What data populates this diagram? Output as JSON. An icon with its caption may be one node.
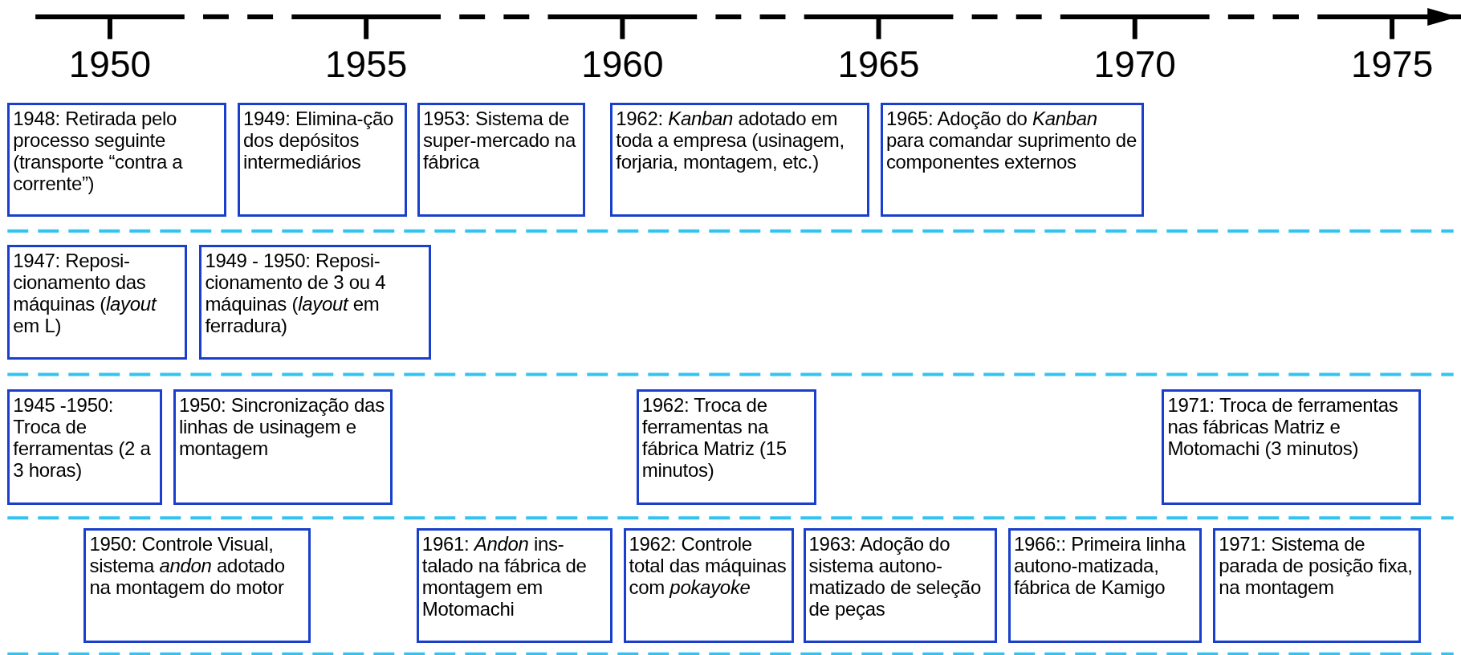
{
  "diagram": {
    "nodes": [
      {
        "text": [
          "1948: Retirada pelo processo seguinte (transporte “contra a corrente”)"
        ]
      },
      {
        "text": [
          "1949: Elimina-ção dos depósitos intermediários"
        ]
      },
      {
        "text": [
          "1953: Sistema de super-mercado na fábrica"
        ]
      },
      {
        "text": [
          "1962: *Kanban* adotado em toda a empresa (usinagem, forjaria, montagem, etc.)"
        ]
      },
      {
        "text": [
          "1965: Adoção do *Kanban* para comandar suprimento de componentes externos"
        ]
      },
      {
        "text": [
          "1947: Reposi-cionamento das máquinas (*layout* em L)"
        ]
      },
      {
        "text": [
          "1949 - 1950: Reposi-cionamento de 3 ou 4 máquinas (*layout* em ferradura)"
        ]
      },
      {
        "text": [
          "1945 -1950: Troca de ferramentas (2 a 3 horas)"
        ]
      },
      {
        "text": [
          "1950: Sincronização das linhas de usinagem e montagem"
        ]
      },
      {
        "text": [
          "1962: Troca de ferramentas na fábrica Matriz (15 minutos)"
        ]
      },
      {
        "text": [
          "1971: Troca de ferramentas nas fábricas Matriz e Motomachi (3 minutos)"
        ]
      },
      {
        "text": [
          "1950: Controle Visual, sistema *andon* adotado na montagem do motor"
        ]
      },
      {
        "text": [
          "1961: *Andon* ins-talado na fábrica de montagem em Motomachi"
        ]
      },
      {
        "text": [
          "1962: Controle total das máquinas com *pokayoke*"
        ]
      },
      {
        "text": [
          "1963: Adoção do sistema autono-matizado de seleção de peças"
        ]
      },
      {
        "text": [
          "1966:: Primeira linha autono-matizada, fábrica de Kamigo"
        ]
      },
      {
        "text": [
          "1971: Sistema de parada de posição fixa, na montagem"
        ]
      }
    ],
    "labels": [
      "1950",
      "1955",
      "1960",
      "1965",
      "1970",
      "1975"
    ]
  }
}
